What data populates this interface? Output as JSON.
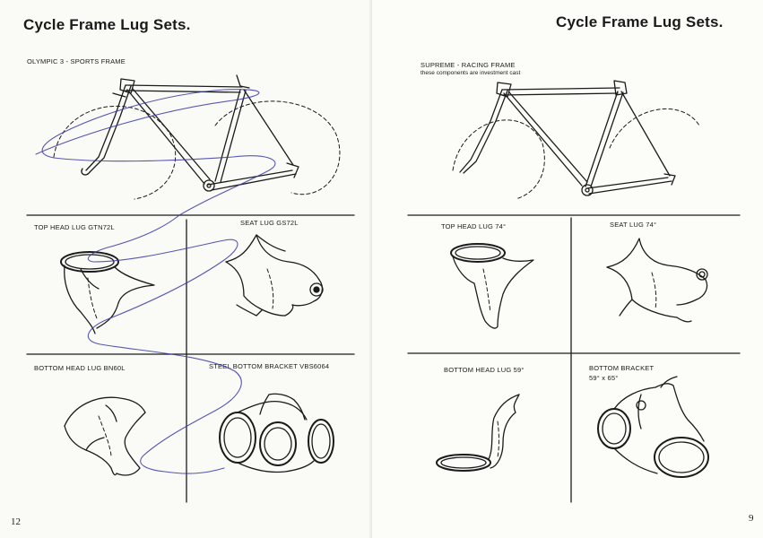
{
  "left_page": {
    "title": "Cycle Frame Lug Sets.",
    "frame_label": "OLYMPIC 3 - SPORTS FRAME",
    "lugs": {
      "top_head": "TOP HEAD LUG GTN72L",
      "seat": "SEAT LUG GS72L",
      "bottom_head": "BOTTOM HEAD LUG BN60L",
      "bottom_bracket": "STEEL BOTTOM BRACKET VBS6064"
    },
    "page_number": "12"
  },
  "right_page": {
    "title": "Cycle Frame Lug Sets.",
    "frame_label": "SUPREME - RACING FRAME",
    "frame_note": "these components are investment cast",
    "lugs": {
      "top_head": "TOP HEAD LUG    74°",
      "seat": "SEAT LUG    74°",
      "bottom_head": "BOTTOM HEAD LUG    59°",
      "bottom_bracket": "BOTTOM BRACKET",
      "bottom_bracket_angles": "59° x 65°"
    },
    "page_number": "9"
  },
  "colors": {
    "ink": "#1b1b1b",
    "paper": "#fbfbf8",
    "pen_scribble": "#3a3aa8"
  }
}
